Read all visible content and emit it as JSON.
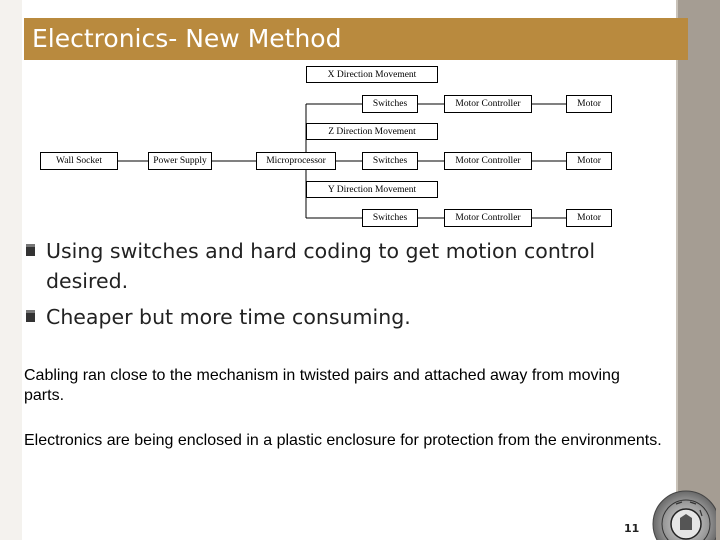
{
  "slide": {
    "title": "Electronics- New Method",
    "page_number": "11"
  },
  "diagram": {
    "x_label": "X Direction Movement",
    "z_label": "Z Direction Movement",
    "y_label": "Y Direction Movement",
    "wall_socket": "Wall Socket",
    "power_supply": "Power Supply",
    "microprocessor": "Microprocessor",
    "switches": "Switches",
    "motor_controller": "Motor Controller",
    "motor": "Motor"
  },
  "bullets": [
    "Using switches and hard coding to get motion control desired.",
    "Cheaper but more time consuming."
  ],
  "notes": [
    "Cabling ran close to the mechanism in twisted pairs and attached away from moving parts.",
    "Electronics are being enclosed in a plastic enclosure for protection from the environments."
  ],
  "colors": {
    "title_bar": "#b98a3e",
    "side_strip": "#a59d93"
  }
}
